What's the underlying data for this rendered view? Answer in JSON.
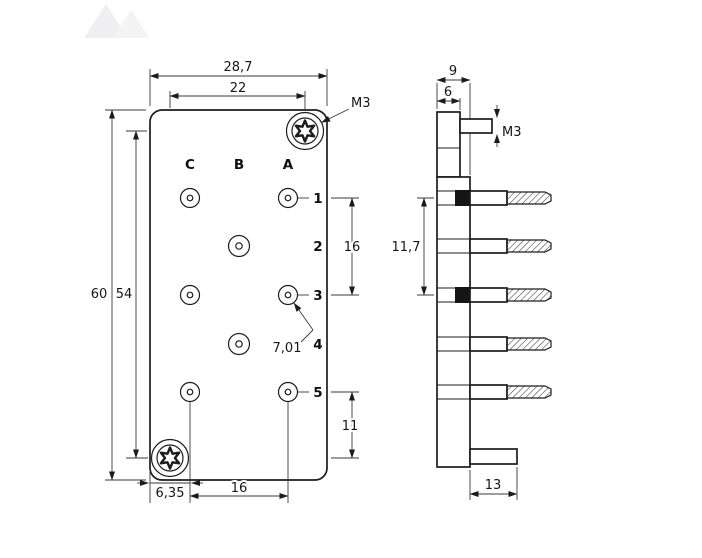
{
  "front_view": {
    "dim_width_outer": "28,7",
    "dim_width_inner": "22",
    "screw_label": "M3",
    "dim_height_outer": "60",
    "dim_height_inner": "54",
    "dim_row_pitch": "16",
    "dim_bottom_offset": "11",
    "dim_hole_note": "7,01",
    "dim_corner_offset": "6,35",
    "dim_col_pitch": "16",
    "col_labels": [
      "C",
      "B",
      "A"
    ],
    "row_labels": [
      "1",
      "2",
      "3",
      "4",
      "5"
    ]
  },
  "side_view": {
    "dim_depth": "9",
    "dim_head_width": "6",
    "pin_label": "M3",
    "dim_row_span": "11,7",
    "dim_pin_length": "13"
  }
}
